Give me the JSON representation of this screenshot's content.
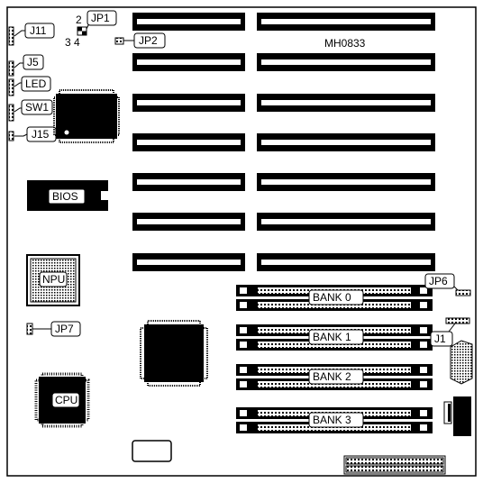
{
  "board": {
    "model": "MH0833",
    "labels": {
      "j11": "J11",
      "j5": "J5",
      "led": "LED",
      "sw1": "SW1",
      "j15": "J15",
      "jp1": "JP1",
      "jp1_pin2": "2",
      "jp1_pins34": "3 4",
      "jp2": "JP2",
      "bios": "BIOS",
      "npu": "NPU",
      "jp7": "JP7",
      "cpu": "CPU",
      "jp6": "JP6",
      "j1": "J1"
    },
    "banks": [
      "BANK 0",
      "BANK 1",
      "BANK 2",
      "BANK 3"
    ]
  }
}
